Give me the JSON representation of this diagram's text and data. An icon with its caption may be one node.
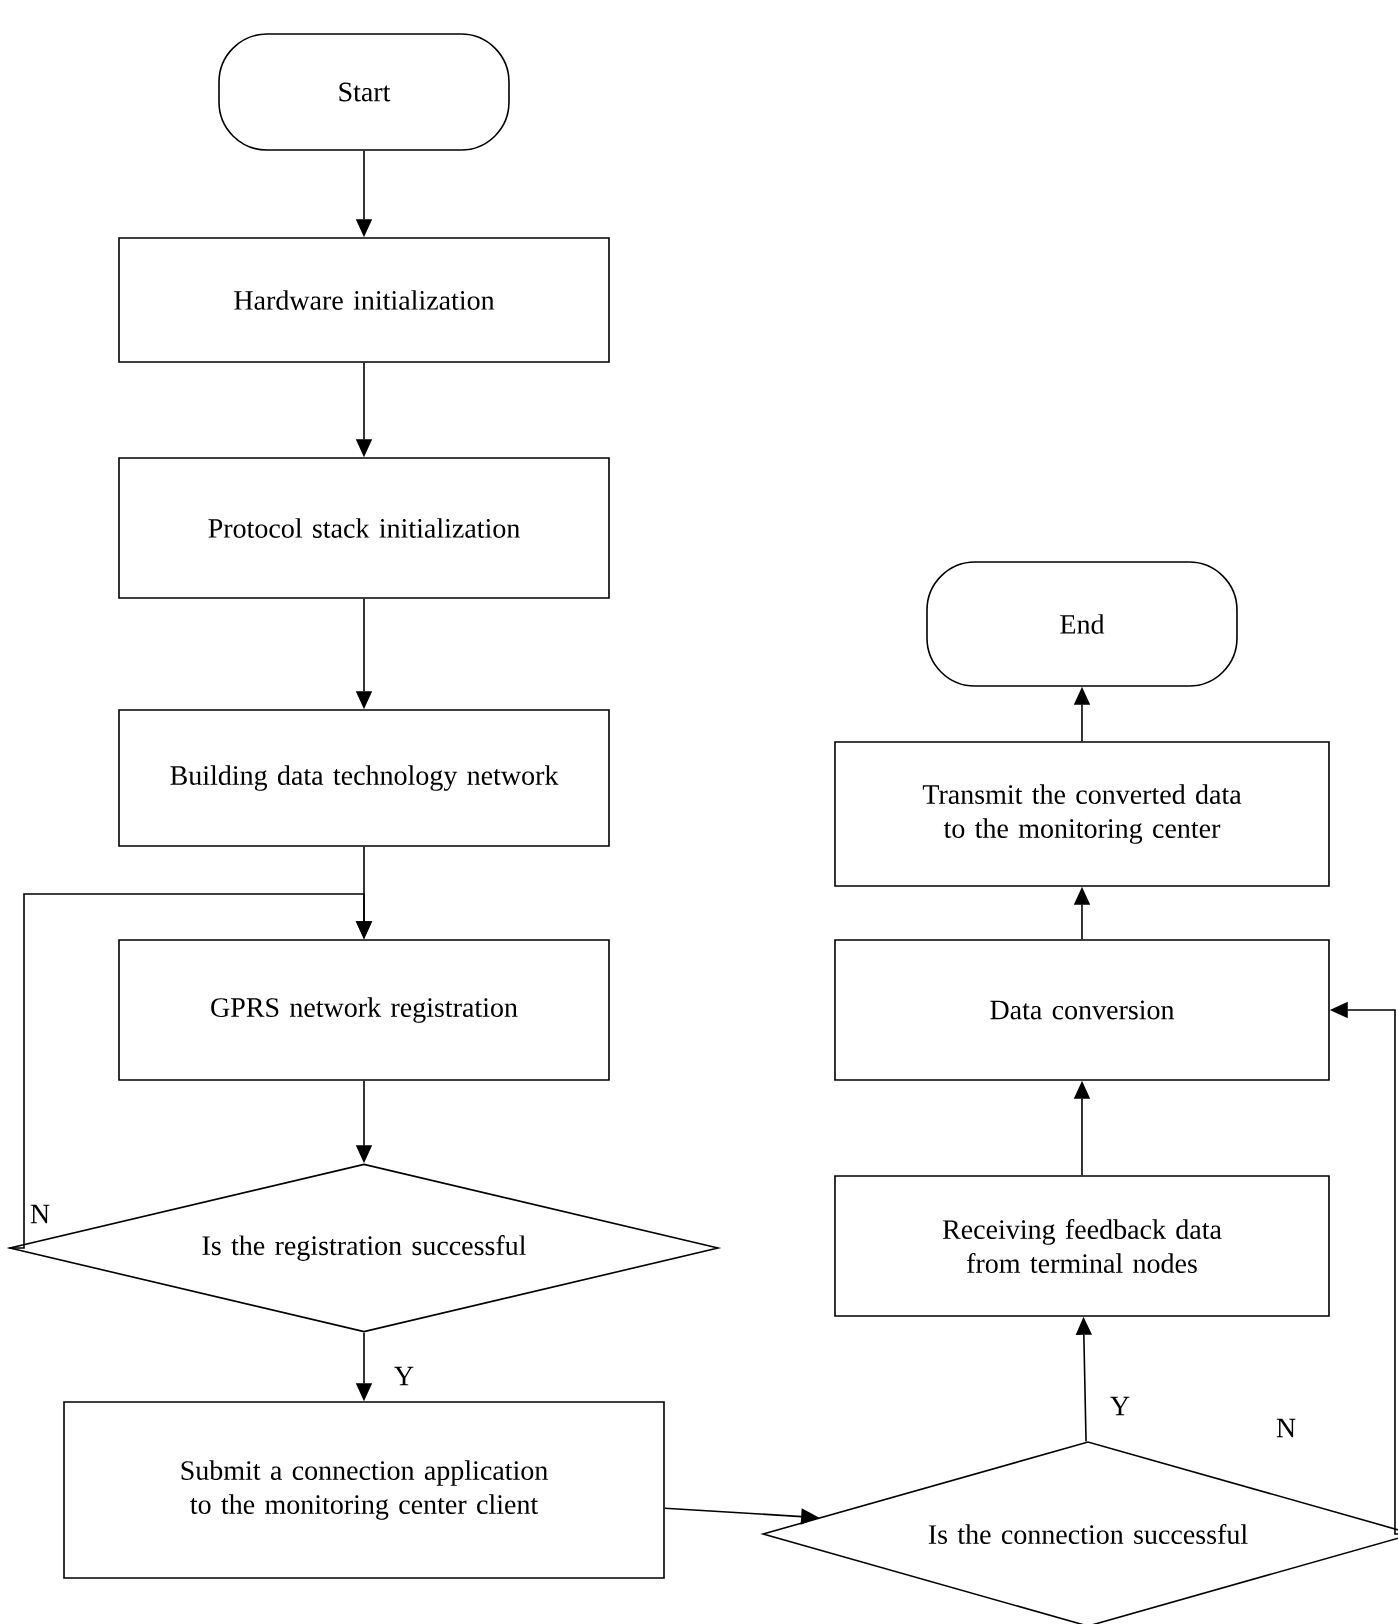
{
  "diagram": {
    "nodes": [
      {
        "text": [
          "Start"
        ]
      },
      {
        "text": [
          "Hardware initialization"
        ]
      },
      {
        "text": [
          "Protocol stack initialization"
        ]
      },
      {
        "text": [
          "Building data technology network"
        ]
      },
      {
        "text": [
          "GPRS network registration"
        ]
      },
      {
        "text": [
          "Is the registration successful"
        ]
      },
      {
        "text": [
          "Submit a connection application to the monitoring center client"
        ]
      },
      {
        "text": [
          "End"
        ]
      },
      {
        "text": [
          "Transmit the converted data to the monitoring center"
        ]
      },
      {
        "text": [
          "Data conversion"
        ]
      },
      {
        "text": [
          "Receiving feedback data from terminal nodes"
        ]
      },
      {
        "text": [
          "Is the connection successful"
        ]
      }
    ],
    "edges": [
      {
        "from": 0,
        "to": 1,
        "arrow": "to"
      },
      {
        "from": 1,
        "to": 2,
        "arrow": "to"
      },
      {
        "from": 2,
        "to": 3,
        "arrow": "to"
      },
      {
        "from": 3,
        "to": 4,
        "arrow": "to"
      },
      {
        "from": 4,
        "to": 5,
        "arrow": "to"
      },
      {
        "from": 5,
        "to": 4,
        "arrow": "to",
        "label": "N"
      },
      {
        "from": 5,
        "to": 6,
        "arrow": "to",
        "label": "Y"
      },
      {
        "from": 6,
        "to": 11,
        "arrow": "to"
      },
      {
        "from": 11,
        "to": 10,
        "arrow": "to",
        "label": "Y"
      },
      {
        "from": 10,
        "to": 9,
        "arrow": "to"
      },
      {
        "from": 9,
        "to": 8,
        "arrow": "to"
      },
      {
        "from": 8,
        "to": 7,
        "arrow": "to"
      },
      {
        "from": 11,
        "to": 9,
        "arrow": "to",
        "label": "N"
      }
    ]
  }
}
